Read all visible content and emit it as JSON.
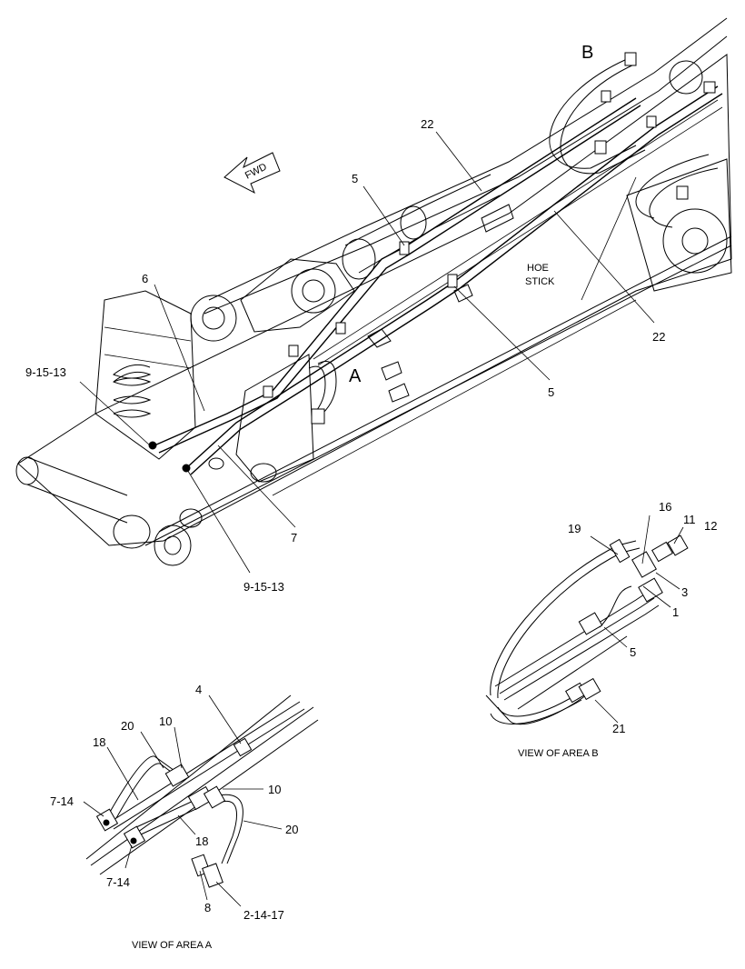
{
  "main": {
    "fwd": "FWD",
    "area_a": "A",
    "area_b": "B",
    "hoe_stick_1": "HOE",
    "hoe_stick_2": "STICK",
    "callouts": {
      "c22_top": "22",
      "c5_top": "5",
      "c6": "6",
      "c9_15_13_left": "9-15-13",
      "c22_right": "22",
      "c5_mid": "5",
      "c7": "7",
      "c9_15_13_bottom": "9-15-13"
    }
  },
  "view_b": {
    "caption": "VIEW OF AREA B",
    "callouts": {
      "c16": "16",
      "c11": "11",
      "c12": "12",
      "c19": "19",
      "c3": "3",
      "c1": "1",
      "c5": "5",
      "c21": "21"
    }
  },
  "view_a": {
    "caption": "VIEW OF AREA A",
    "callouts": {
      "c4": "4",
      "c20_top": "20",
      "c10_top": "10",
      "c18_top": "18",
      "c10_right": "10",
      "c7_14_left": "7-14",
      "c20_right": "20",
      "c18_mid": "18",
      "c7_14_bottom": "7-14",
      "c8": "8",
      "c2_14_17": "2-14-17"
    }
  },
  "icons": {
    "fwd_arrow": "fwd-arrow-icon"
  }
}
